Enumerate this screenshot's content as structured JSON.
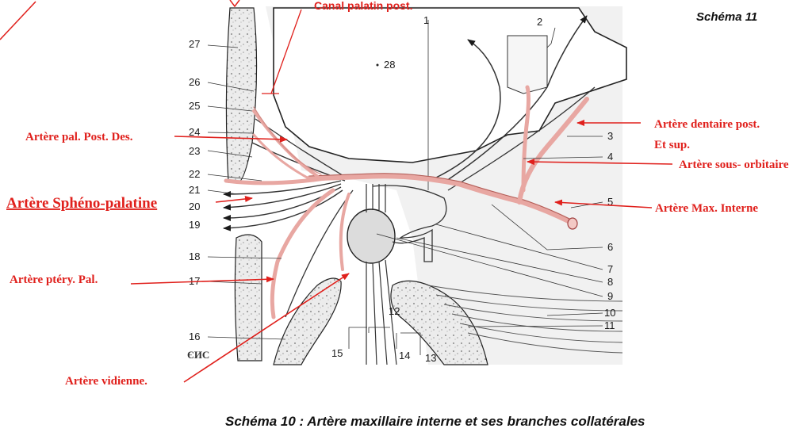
{
  "figure": {
    "top_label": "Canal palatin post.",
    "schema_top": "Schéma 11",
    "caption": "Schéma 10 : Artère maxillaire interne et ses branches collatérales",
    "signature": "ЄИС"
  },
  "numbers": [
    "27",
    "26",
    "25",
    "24",
    "23",
    "22",
    "21",
    "20",
    "19",
    "18",
    "17",
    "16",
    "28",
    "1",
    "2",
    "3",
    "4",
    "5",
    "6",
    "7",
    "8",
    "9",
    "10",
    "11",
    "12",
    "13",
    "14",
    "15"
  ],
  "annotations": {
    "dentaire_line1": "Artère dentaire post.",
    "dentaire_line2": "Et sup.",
    "sous_orbitaire": "Artère sous- orbitaire",
    "max_interne": "Artère Max. Interne",
    "pal_post_des": "Artère pal. Post. Des.",
    "spheno_palatine": "Artère Sphéno-palatine",
    "ptery_pal": "Artère ptéry. Pal.",
    "vidienne": "Artère vidienne."
  },
  "colors": {
    "artery": "#e8a7a2",
    "annotation_red": "#e0201c",
    "bone_fill": "#e9e9e9",
    "outline": "#222222"
  }
}
